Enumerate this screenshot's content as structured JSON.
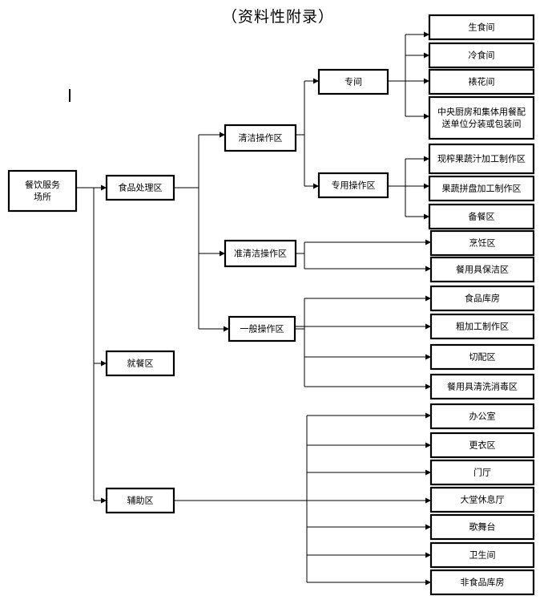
{
  "title": "（资料性附录）",
  "nodes": {
    "root": "餐饮服务\n场所",
    "food_processing": "食品处理区",
    "dining": "就餐区",
    "auxiliary": "辅助区",
    "clean_op": "清洁操作区",
    "semi_clean_op": "准清洁操作区",
    "general_op": "一般操作区",
    "special_room": "专间",
    "special_op": "专用操作区",
    "raw_food_room": "生食间",
    "cold_food_room": "冷食间",
    "pastry_decor_room": "裱花间",
    "central_kitchen": "中央厨房和集体用餐配\n送单位分装或包装间",
    "juice_area": "现榨果蔬汁加工制作区",
    "fruit_platter_area": "果蔬拼盘加工制作区",
    "prep_area": "备餐区",
    "cooking_area": "烹饪区",
    "utensil_clean_area": "餐用具保洁区",
    "food_storage": "食品库房",
    "rough_processing": "粗加工制作区",
    "cutting_area": "切配区",
    "utensil_wash_area": "餐用具清洗消毒区",
    "office": "办公室",
    "changing_room": "更衣区",
    "lobby": "门厅",
    "lounge": "大堂休息厅",
    "stage": "歌舞台",
    "restroom": "卫生间",
    "nonfood_storage": "非食品库房"
  }
}
